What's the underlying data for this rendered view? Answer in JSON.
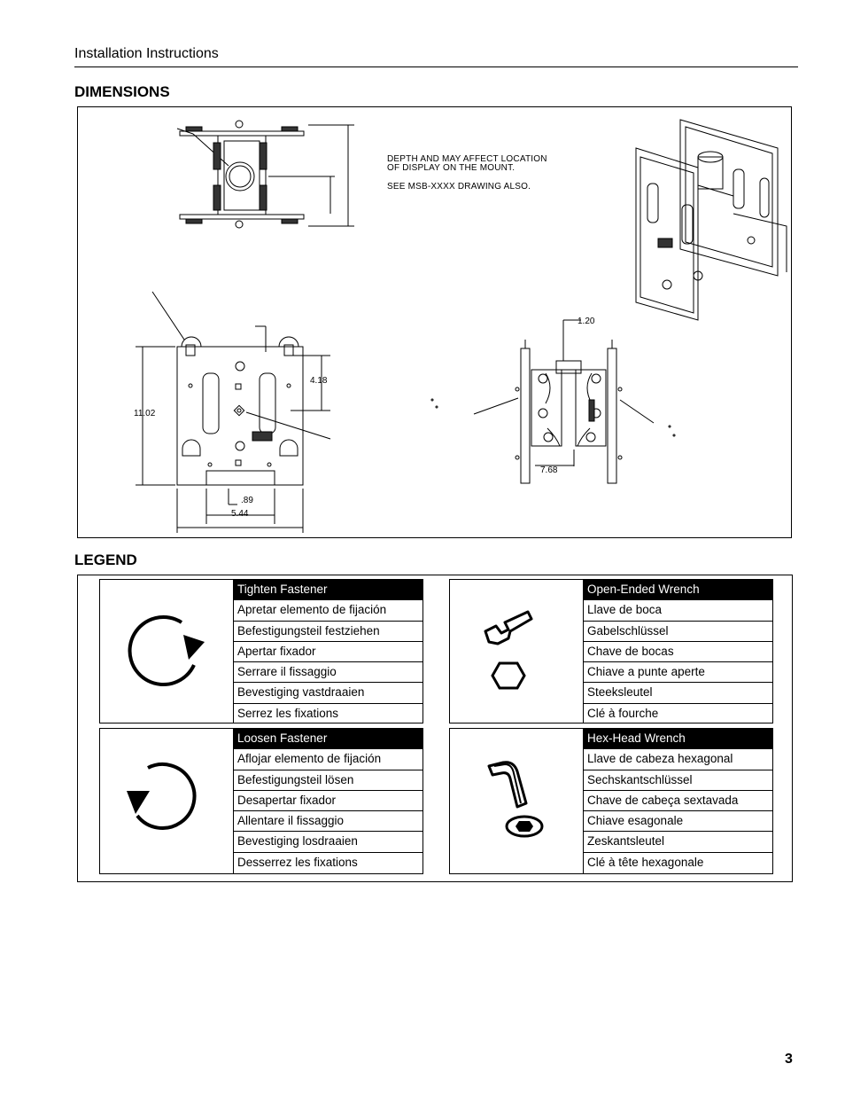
{
  "header": {
    "title": "Installation Instructions"
  },
  "sections": {
    "dimensions": "DIMENSIONS",
    "legend": "LEGEND"
  },
  "drawing": {
    "note_line1": "DEPTH AND MAY AFFECT LOCATION",
    "note_line2": "OF DISPLAY ON THE MOUNT.",
    "note_line3": "SEE MSB-XXXX DRAWING ALSO.",
    "dim_height": "11.02",
    "dim_418": "4.18",
    "dim_089": ".89",
    "dim_544": "5.44",
    "dim_120": "1.20",
    "dim_768": "7.68"
  },
  "legend": {
    "tighten": {
      "icon": "clockwise-arrow-icon",
      "rows": [
        "Tighten Fastener",
        "Apretar elemento de fijación",
        "Befestigungsteil festziehen",
        "Apertar fixador",
        "Serrare il fissaggio",
        "Bevestiging vastdraaien",
        "Serrez les fixations"
      ]
    },
    "open_wrench": {
      "icon": "open-ended-wrench-icon",
      "rows": [
        "Open-Ended Wrench",
        "Llave de boca",
        "Gabelschlüssel",
        "Chave de bocas",
        "Chiave a punte aperte",
        "Steeksleutel",
        "Clé à fourche"
      ]
    },
    "loosen": {
      "icon": "counterclockwise-arrow-icon",
      "rows": [
        "Loosen Fastener",
        "Aflojar elemento de fijación",
        "Befestigungsteil lösen",
        "Desapertar fixador",
        "Allentare il fissaggio",
        "Bevestiging losdraaien",
        "Desserrez les fixations"
      ]
    },
    "hex_wrench": {
      "icon": "hex-head-wrench-icon",
      "rows": [
        "Hex-Head Wrench",
        "Llave de cabeza hexagonal",
        "Sechskantschlüssel",
        "Chave de cabeça sextavada",
        "Chiave esagonale",
        "Zeskantsleutel",
        "Clé à tête hexagonale"
      ]
    }
  },
  "footer": {
    "page_number": "3"
  }
}
